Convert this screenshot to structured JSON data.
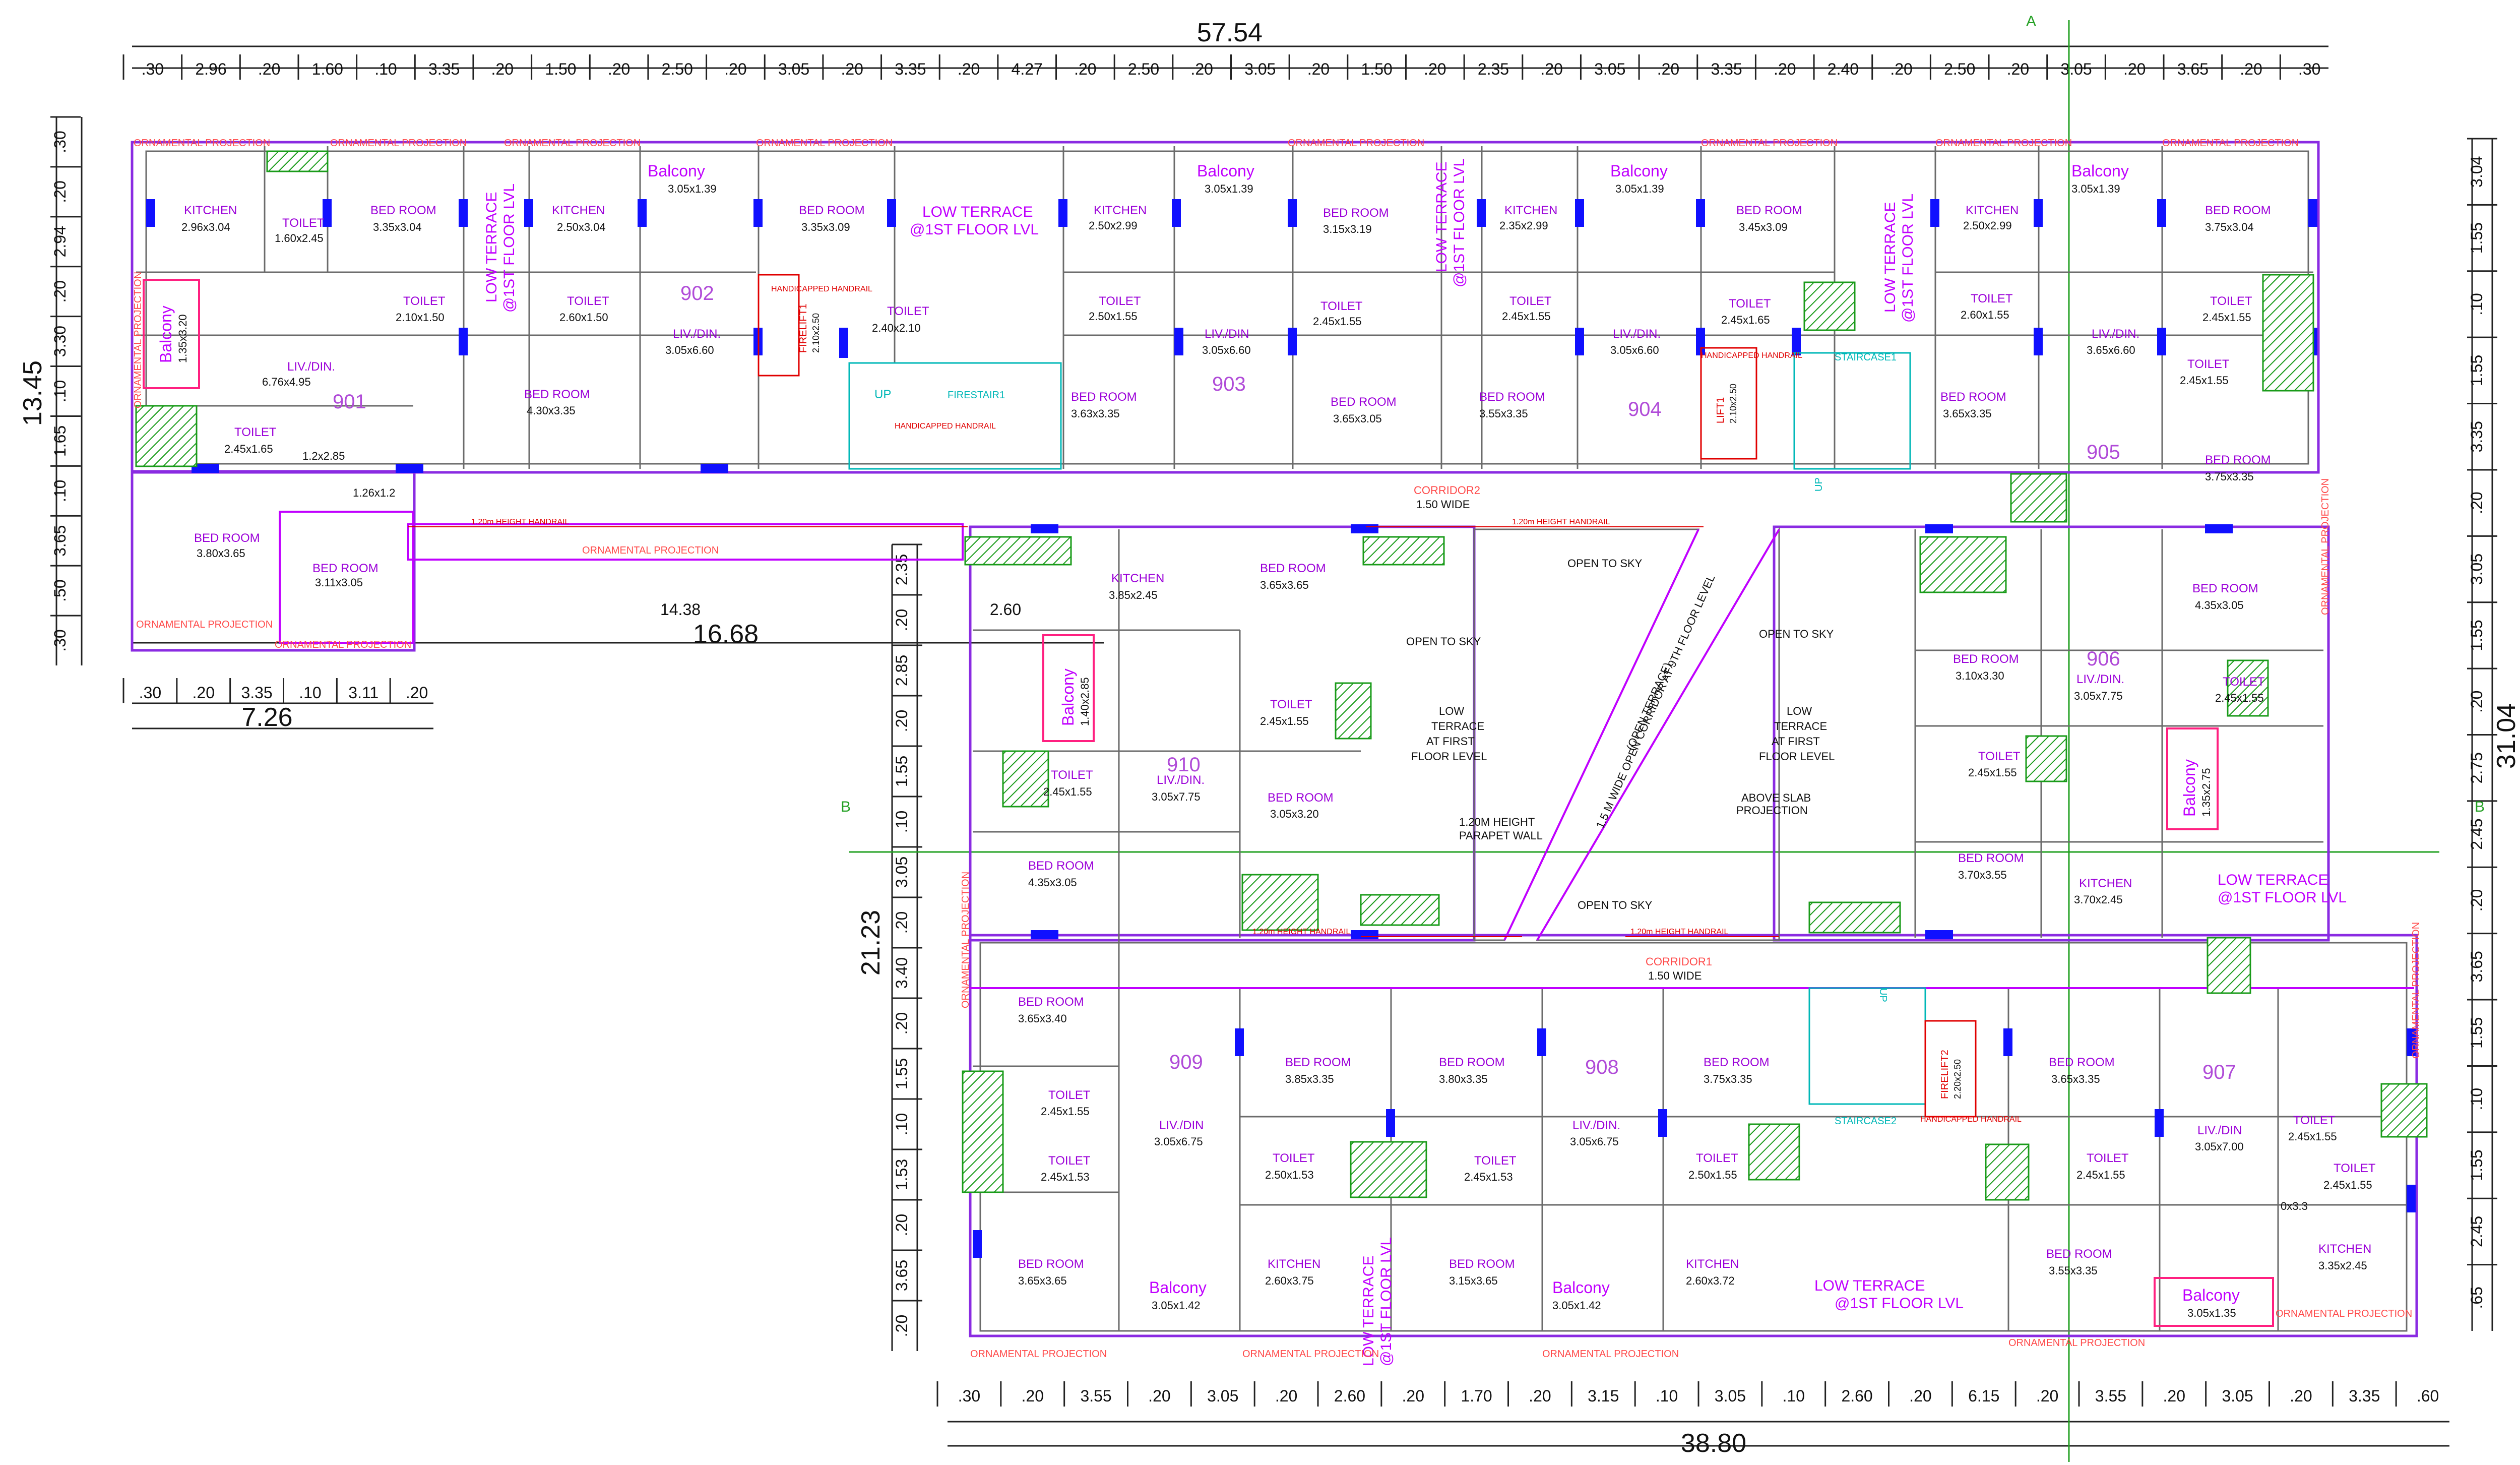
{
  "overall": {
    "top_total": "57.54",
    "bottom_total": "38.80",
    "left_total": "13.45",
    "right_total": "31.04",
    "mid_total": "21.23",
    "left_wing_total": "7.26",
    "wing_width": "16.68",
    "wing_inner": "14.38",
    "wing_gap": "2.60"
  },
  "grid_labels": {
    "a_top": "A",
    "b_left": "B",
    "b_right": "B"
  },
  "top_dims": [
    ".30",
    "2.96",
    ".20",
    "1.60",
    ".10",
    "3.35",
    ".20",
    "1.50",
    ".20",
    "2.50",
    ".20",
    "3.05",
    ".20",
    "3.35",
    ".20",
    "4.27",
    ".20",
    "2.50",
    ".20",
    "3.05",
    ".20",
    "1.50",
    ".20",
    "2.35",
    ".20",
    "3.05",
    ".20",
    "3.35",
    ".20",
    "2.40",
    ".20",
    "2.50",
    ".20",
    "3.05",
    ".20",
    "3.65",
    ".20",
    ".30"
  ],
  "bottom_dims": [
    ".30",
    ".20",
    "3.55",
    ".20",
    "3.05",
    ".20",
    "2.60",
    ".20",
    "1.70",
    ".20",
    "3.15",
    ".10",
    "3.05",
    ".10",
    "2.60",
    ".20",
    "6.15",
    ".20",
    "3.55",
    ".20",
    "3.05",
    ".20",
    "3.35",
    ".60"
  ],
  "left_dims": [
    ".30",
    ".20",
    "2.94",
    ".20",
    "3.30",
    ".10",
    "1.65",
    ".10",
    "3.65",
    ".50",
    ".30"
  ],
  "left_bottom_dims": [
    ".30",
    ".20",
    "3.35",
    ".10",
    "3.11",
    ".20"
  ],
  "right_dims": [
    "3.04",
    "1.55",
    ".10",
    "1.55",
    "3.35",
    ".20",
    "3.05",
    "1.55",
    ".20",
    "2.75",
    "2.45",
    ".20",
    "3.65",
    "1.55",
    ".10",
    "1.55",
    "2.45",
    ".65"
  ],
  "mid_dims": [
    "2.35",
    ".20",
    "2.85",
    ".20",
    "1.55",
    ".10",
    "3.05",
    ".20",
    "3.40",
    ".20",
    "1.55",
    ".10",
    "1.53",
    ".20",
    "3.65",
    ".20"
  ],
  "units": [
    "901",
    "902",
    "903",
    "904",
    "905",
    "906",
    "907",
    "908",
    "909",
    "910"
  ],
  "rooms": [
    {
      "name": "KITCHEN",
      "size": "2.96x3.04"
    },
    {
      "name": "TOILET",
      "size": "1.60x2.45"
    },
    {
      "name": "BED ROOM",
      "size": "3.35x3.04"
    },
    {
      "name": "KITCHEN",
      "size": "2.50x3.04"
    },
    {
      "name": "TOILET",
      "size": "2.10x1.50"
    },
    {
      "name": "TOILET",
      "size": "2.60x1.50"
    },
    {
      "name": "LIV./DIN.",
      "size": "6.76x4.95"
    },
    {
      "name": "TOILET",
      "size": "2.45x1.65"
    },
    {
      "name": "BED ROOM",
      "size": "4.30x3.35"
    },
    {
      "name": "LIV./DIN.",
      "size": "3.05x6.60"
    },
    {
      "name": "BED ROOM",
      "size": "3.35x3.09"
    },
    {
      "name": "BED ROOM",
      "size": "3.80x3.65"
    },
    {
      "name": "BED ROOM",
      "size": "3.11x3.05"
    },
    {
      "name": "KITCHEN",
      "size": "2.50x2.99"
    },
    {
      "name": "TOILET",
      "size": "2.50x1.55"
    },
    {
      "name": "BED ROOM",
      "size": "3.63x3.35"
    },
    {
      "name": "LIV./DIN",
      "size": "3.05x6.60"
    },
    {
      "name": "BED ROOM",
      "size": "3.15x3.19"
    },
    {
      "name": "TOILET",
      "size": "2.45x1.55"
    },
    {
      "name": "BED ROOM",
      "size": "3.65x3.05"
    },
    {
      "name": "KITCHEN",
      "size": "2.35x2.99"
    },
    {
      "name": "TOILET",
      "size": "2.45x1.55"
    },
    {
      "name": "BED ROOM",
      "size": "3.55x3.35"
    },
    {
      "name": "LIV./DIN.",
      "size": "3.05x6.60"
    },
    {
      "name": "BED ROOM",
      "size": "3.45x3.09"
    },
    {
      "name": "TOILET",
      "size": "2.45x1.65"
    },
    {
      "name": "KITCHEN",
      "size": "2.50x2.99"
    },
    {
      "name": "TOILET",
      "size": "2.60x1.55"
    },
    {
      "name": "BED ROOM",
      "size": "3.65x3.35"
    },
    {
      "name": "LIV./DIN.",
      "size": "3.65x6.60"
    },
    {
      "name": "BED ROOM",
      "size": "3.75x3.04"
    },
    {
      "name": "TOILET",
      "size": "2.45x1.55"
    },
    {
      "name": "TOILET",
      "size": "2.45x1.55"
    },
    {
      "name": "BED ROOM",
      "size": "3.75x3.35"
    },
    {
      "name": "KITCHEN",
      "size": "3.85x2.45"
    },
    {
      "name": "BED ROOM",
      "size": "3.65x3.65"
    },
    {
      "name": "TOILET",
      "size": "2.45x1.55"
    },
    {
      "name": "LIV./DIN.",
      "size": "3.05x7.75"
    },
    {
      "name": "BED ROOM",
      "size": "3.05x3.20"
    },
    {
      "name": "TOILET",
      "size": "2.45x1.55"
    },
    {
      "name": "BED ROOM",
      "size": "4.35x3.05"
    },
    {
      "name": "BED ROOM",
      "size": "4.35x3.05"
    },
    {
      "name": "BED ROOM",
      "size": "3.10x3.30"
    },
    {
      "name": "LIV./DIN.",
      "size": "3.05x7.75"
    },
    {
      "name": "TOILET",
      "size": "2.45x1.55"
    },
    {
      "name": "TOILET",
      "size": "2.45x1.55"
    },
    {
      "name": "BED ROOM",
      "size": "3.70x3.55"
    },
    {
      "name": "KITCHEN",
      "size": "3.70x2.45"
    },
    {
      "name": "BED ROOM",
      "size": "3.65x3.40"
    },
    {
      "name": "TOILET",
      "size": "2.45x1.55"
    },
    {
      "name": "TOILET",
      "size": "2.45x1.53"
    },
    {
      "name": "BED ROOM",
      "size": "3.65x3.65"
    },
    {
      "name": "LIV./DIN",
      "size": "3.05x6.75"
    },
    {
      "name": "BED ROOM",
      "size": "3.85x3.35"
    },
    {
      "name": "TOILET",
      "size": "2.50x1.53"
    },
    {
      "name": "KITCHEN",
      "size": "2.60x3.75"
    },
    {
      "name": "BED ROOM",
      "size": "3.80x3.35"
    },
    {
      "name": "TOILET",
      "size": "2.45x1.53"
    },
    {
      "name": "BED ROOM",
      "size": "3.15x3.65"
    },
    {
      "name": "LIV./DIN.",
      "size": "3.05x6.75"
    },
    {
      "name": "BED ROOM",
      "size": "3.75x3.35"
    },
    {
      "name": "TOILET",
      "size": "2.50x1.55"
    },
    {
      "name": "KITCHEN",
      "size": "2.60x3.72"
    },
    {
      "name": "BED ROOM",
      "size": "3.65x3.35"
    },
    {
      "name": "TOILET",
      "size": "2.45x1.55"
    },
    {
      "name": "BED ROOM",
      "size": "3.55x3.35"
    },
    {
      "name": "LIV./DIN",
      "size": "3.05x7.00"
    },
    {
      "name": "TOILET",
      "size": "2.45x1.55"
    },
    {
      "name": "TOILET",
      "size": "2.45x1.55"
    },
    {
      "name": "KITCHEN",
      "size": "3.35x2.45"
    }
  ],
  "balconies": [
    {
      "name": "Balcony",
      "size": "1.35x3.20"
    },
    {
      "name": "Balcony",
      "size": "3.05x1.39"
    },
    {
      "name": "Balcony",
      "size": "3.05x1.39"
    },
    {
      "name": "Balcony",
      "size": "3.05x1.39"
    },
    {
      "name": "Balcony",
      "size": "3.05x1.39"
    },
    {
      "name": "Balcony",
      "size": "1.40x2.85"
    },
    {
      "name": "Balcony",
      "size": "1.35x2.75"
    },
    {
      "name": "Balcony",
      "size": "3.05x1.42"
    },
    {
      "name": "Balcony",
      "size": "3.05x1.42"
    },
    {
      "name": "Balcony",
      "size": "3.05x1.35"
    }
  ],
  "terraces": [
    {
      "l1": "LOW TERRACE",
      "l2": "@1ST FLOOR LVL"
    },
    {
      "l1": "LOW TERRACE",
      "l2": "@1ST FLOOR LVL"
    },
    {
      "l1": "LOW TERRACE",
      "l2": "@1ST FLOOR LVL"
    },
    {
      "l1": "LOW TERRACE",
      "l2": "@1ST FLOOR LVL"
    },
    {
      "l1": "LOW TERRACE",
      "l2": "@1ST FLOOR LVL"
    },
    {
      "l1": "LOW TERRACE",
      "l2": "@1ST FLOOR LVL"
    },
    {
      "l1": "LOW TERRACE",
      "l2": "@1ST FLOOR LVL"
    }
  ],
  "corridors": [
    {
      "name": "CORRIDOR2",
      "width": "1.50 WIDE"
    },
    {
      "name": "CORRIDOR1",
      "width": "1.50 WIDE"
    }
  ],
  "notes": {
    "open_to_sky": "OPEN TO SKY",
    "low_terrace_first": [
      "LOW",
      "TERRACE",
      "AT FIRST",
      "FLOOR LEVEL"
    ],
    "parapet": [
      "1.20M HEIGHT",
      "PARAPET WALL"
    ],
    "open_corridor": "1.5 M WIDE OPEN CORRIDOR AT 9TH FLOOR LEVEL",
    "open_terrace": "(OPEN TERRACE)",
    "above_slab": [
      "ABOVE SLAB",
      "PROJECTION"
    ],
    "ornamental": "ORNAMENTAL PROJECTION",
    "handrail": "1.20m HEIGHT HANDRAIL",
    "handicapped_handrail": "HANDICAPPED HANDRAIL",
    "staircase1": "STAIRCASE1",
    "staircase2": "STAIRCASE2",
    "firestair1": "FIRESTAIR1",
    "up": "UP",
    "firelift1": "FIRELIFT1",
    "firelift1_size": "2.10x2.50",
    "firelift2": "FIRELIFT2",
    "firelift2_size": "2.20x2.50",
    "lift1": "LIFT1",
    "lift1_size": "2.10x2.50",
    "toilet_small": "TOILET",
    "toilet_small_size": "2.40x2.10",
    "small_room": "1.26x1.2",
    "small_room2": "1.2x2.85",
    "small_room3": "0x3.3"
  },
  "colors": {
    "wall": "#8a2be2",
    "outline": "#c000ff",
    "column": "#1010ff",
    "ornamental": "#ff4a4a",
    "stair": "#00b7b7",
    "grid_line": "#23a023"
  }
}
